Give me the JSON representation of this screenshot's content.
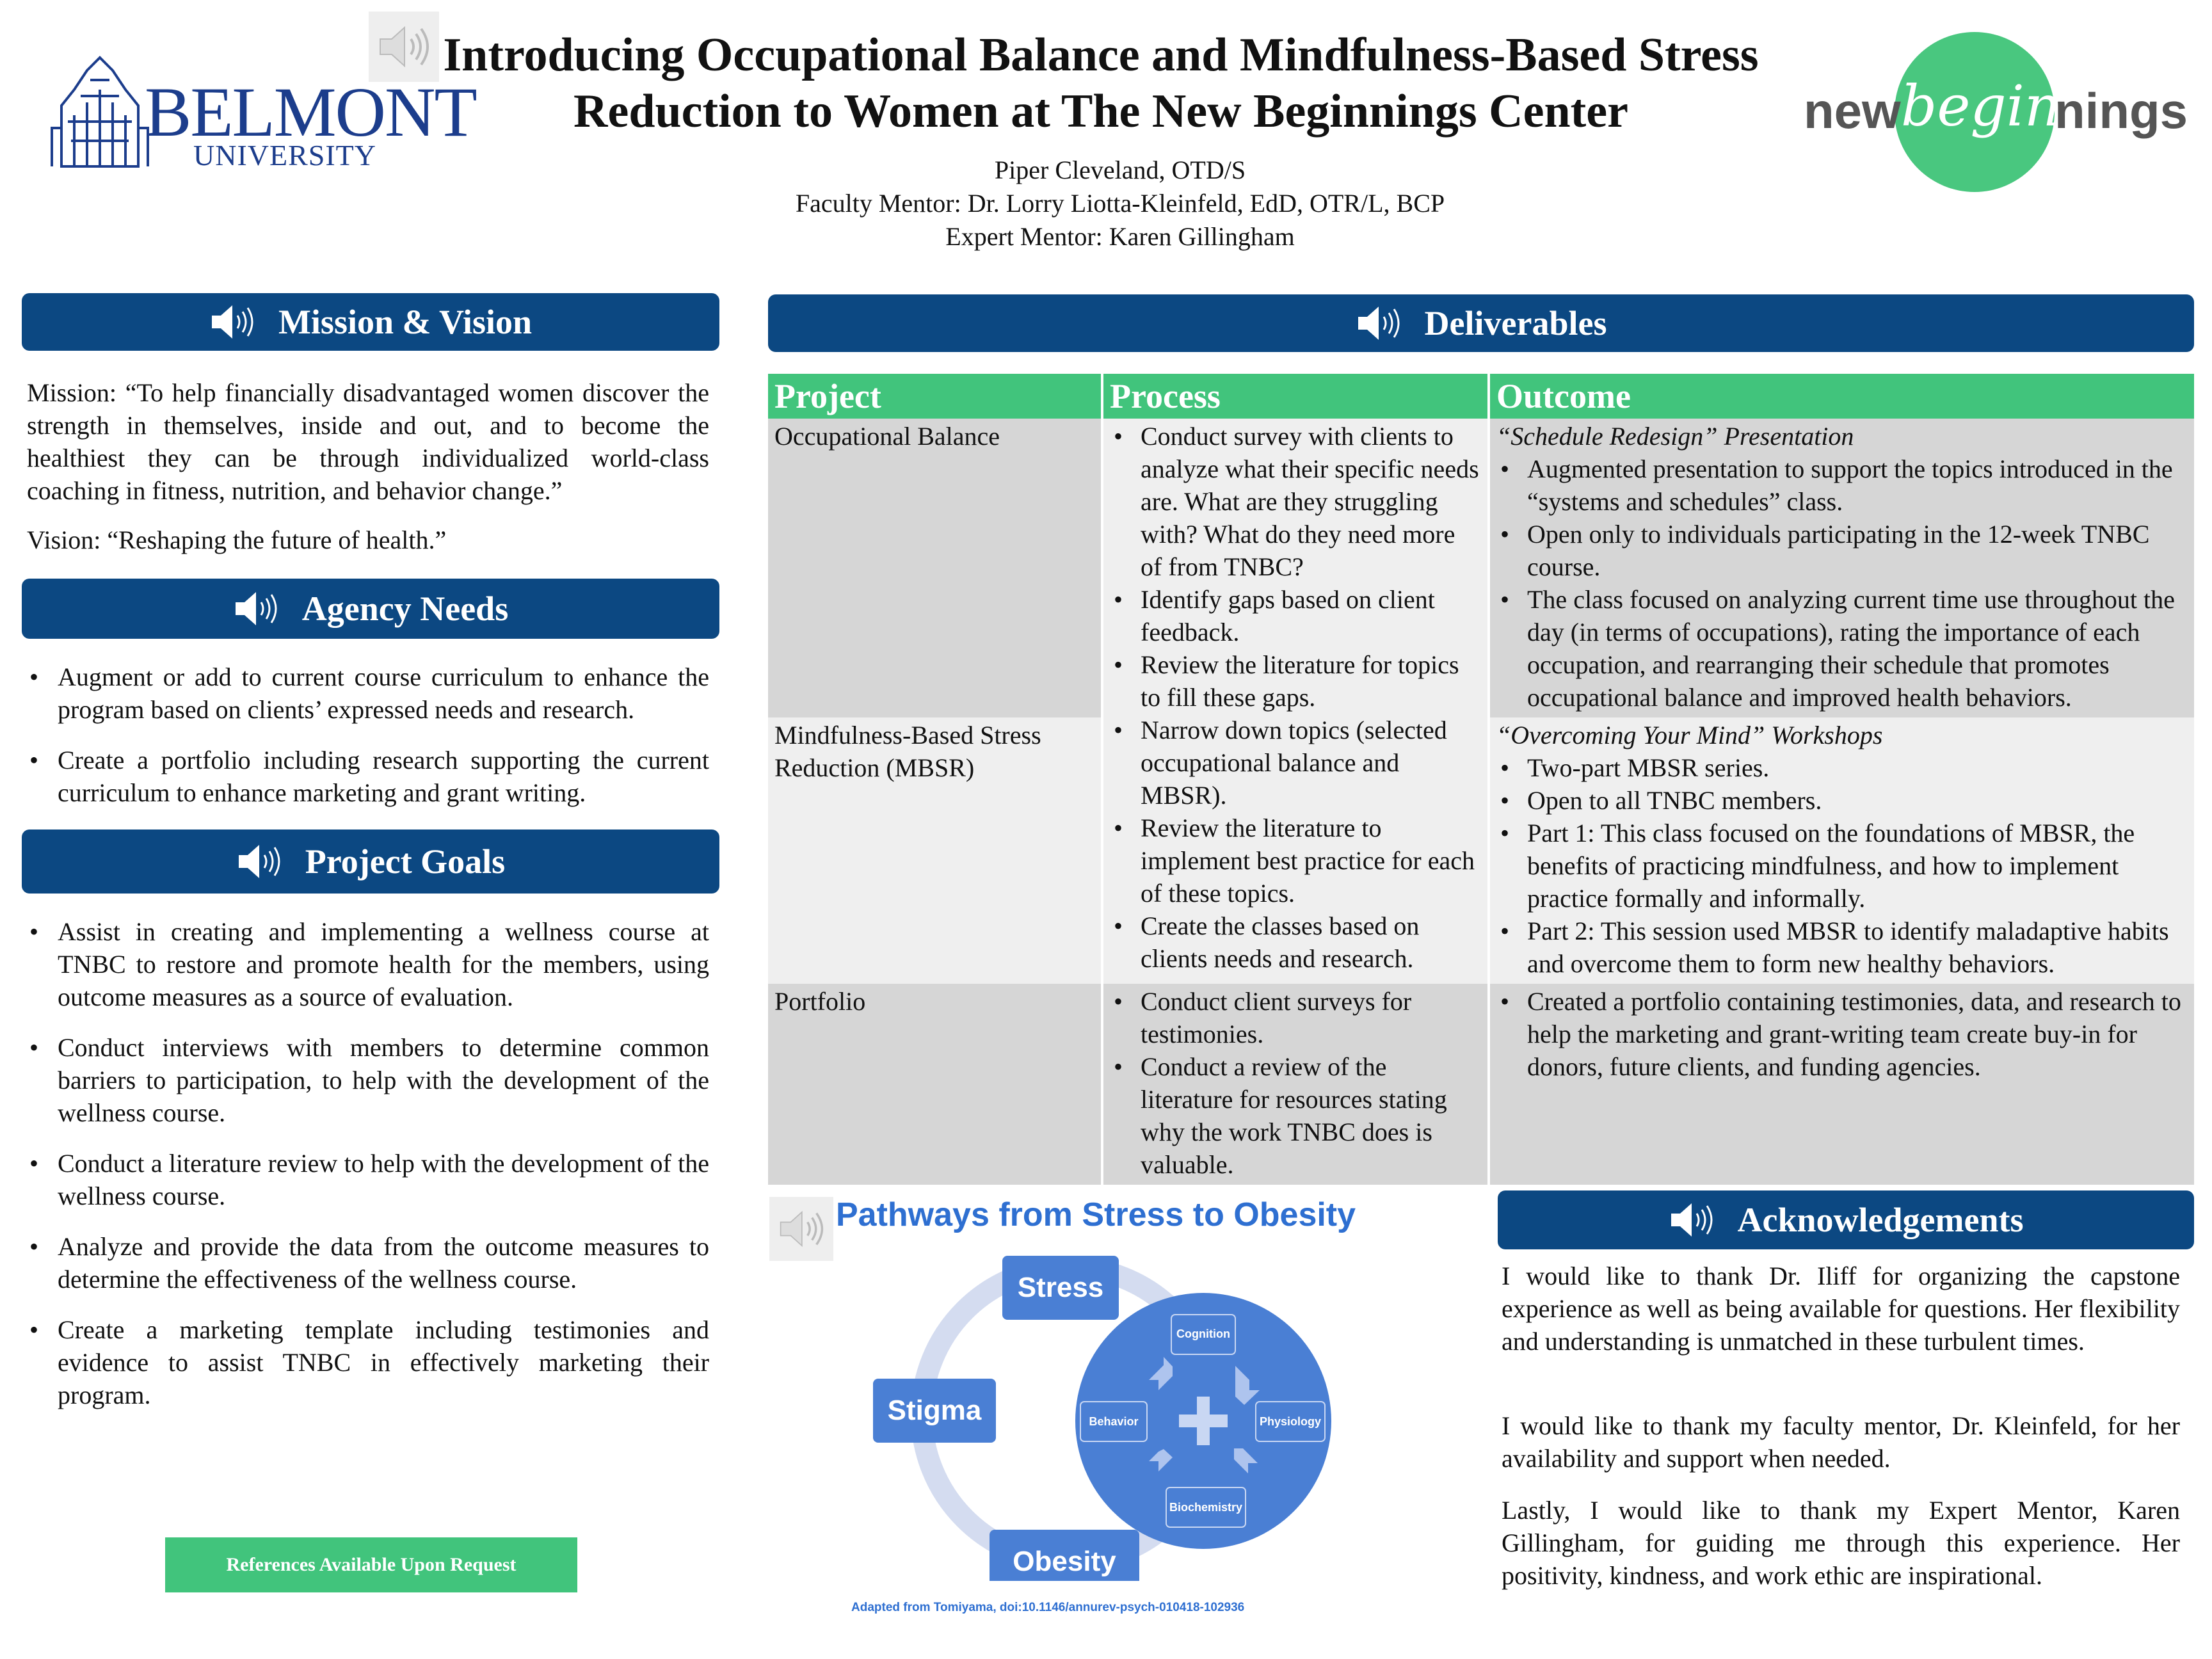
{
  "header": {
    "title_line1": "Introducing Occupational Balance and Mindfulness-Based Stress",
    "title_line2": "Reduction to Women at The New Beginnings Center",
    "author": "Piper Cleveland, OTD/S",
    "faculty_mentor": "Faculty Mentor: Dr. Lorry Liotta-Kleinfeld, EdD, OTR/L, BCP",
    "expert_mentor": "Expert Mentor: Karen Gillingham"
  },
  "logos": {
    "belmont_name": "BELMONT",
    "belmont_sub": "UNIVERSITY",
    "nb_new": "new",
    "nb_begin": "begin",
    "nb_nings": "nings"
  },
  "mission": {
    "heading": "Mission & Vision",
    "mission_text": "Mission: “To help financially disadvantaged women discover the strength in themselves, inside and out, and to become the healthiest they can be through individualized world-class coaching in fitness, nutrition, and behavior change.”",
    "vision_text": "Vision: “Reshaping the future of health.”"
  },
  "agency": {
    "heading": "Agency Needs",
    "items": [
      "Augment or add to current course curriculum to enhance the program based on clients’ expressed needs and research.",
      "Create a portfolio including research supporting the current curriculum to enhance marketing and grant writing."
    ]
  },
  "goals": {
    "heading": "Project Goals",
    "items": [
      "Assist in creating and implementing a wellness course at TNBC to restore and promote health for the members, using outcome measures as a source of evaluation.",
      "Conduct interviews with members to determine common barriers to participation, to help with the development of the wellness course.",
      "Conduct a literature review to help with the development of the wellness course.",
      "Analyze and provide the data from the outcome measures to determine the effectiveness of the wellness course.",
      "Create a marketing template including testimonies and evidence to assist TNBC in effectively marketing their program."
    ]
  },
  "references": "References Available Upon Request",
  "deliverables": {
    "heading": "Deliverables",
    "col_project": "Project",
    "col_process": "Process",
    "col_outcome": "Outcome",
    "row1_project": "Occupational Balance",
    "row2_project": "Mindfulness-Based Stress Reduction (MBSR)",
    "row3_project": "Portfolio",
    "process_a": [
      "Conduct survey with clients to analyze what their specific needs are. What are they struggling with? What do they need more of from TNBC?",
      "Identify gaps based on client feedback.",
      "Review the literature for topics to fill these gaps.",
      "Narrow down topics (selected occupational balance and MBSR).",
      "Review the literature to implement best practice for each of these topics.",
      "Create the classes based on clients needs and research."
    ],
    "process_b": [
      "Conduct client surveys for testimonies.",
      "Conduct a review of the literature for resources stating why the work TNBC does is valuable."
    ],
    "outcome1_title": "“Schedule Redesign” Presentation",
    "outcome1_items": [
      "Augmented presentation to support the topics introduced in the “systems and schedules” class.",
      "Open only to individuals participating in the 12-week TNBC course.",
      "The class focused on analyzing current time use throughout the day (in terms of occupations), rating the importance of each occupation, and rearranging their schedule that promotes occupational balance and improved health behaviors."
    ],
    "outcome2_title": "“Overcoming Your Mind” Workshops",
    "outcome2_items": [
      "Two-part MBSR series.",
      "Open to all TNBC members.",
      "Part 1: This class focused on the foundations of MBSR, the benefits of practicing mindfulness, and how to implement practice formally and informally.",
      "Part 2: This session used MBSR to identify maladaptive habits and overcome them to form new healthy behaviors."
    ],
    "outcome3_items": [
      "Created a portfolio containing testimonies, data, and research to help the marketing and grant-writing team create buy-in for donors, future clients, and funding agencies."
    ]
  },
  "diagram": {
    "title": "Pathways from Stress to Obesity",
    "stress": "Stress",
    "stigma": "Stigma",
    "obesity": "Obesity",
    "cognition": "Cognition",
    "behavior": "Behavior",
    "physiology": "Physiology",
    "biochemistry": "Biochemistry",
    "caption": "Adapted from Tomiyama, doi:10.1146/annurev-psych-010418-102936",
    "colors": {
      "title": "#2e6fd1",
      "box": "#4a7fd4",
      "ring": "#d4dcf0"
    }
  },
  "acknowledgements": {
    "heading": "Acknowledgements",
    "p1": "I would like to thank Dr. Iliff for organizing the capstone experience as well as being available for questions. Her flexibility and understanding is unmatched in these turbulent times.",
    "p2": "I would like to thank my faculty mentor, Dr. Kleinfeld, for her availability and support when needed.",
    "p3": "Lastly, I would like to thank my Expert Mentor, Karen Gillingham, for guiding me through this experience. Her positivity, kindness, and work ethic are inspirational."
  },
  "colors": {
    "navy": "#0c4882",
    "green": "#41c47c",
    "nb_circle": "#49c77f",
    "nb_text": "#555555"
  }
}
